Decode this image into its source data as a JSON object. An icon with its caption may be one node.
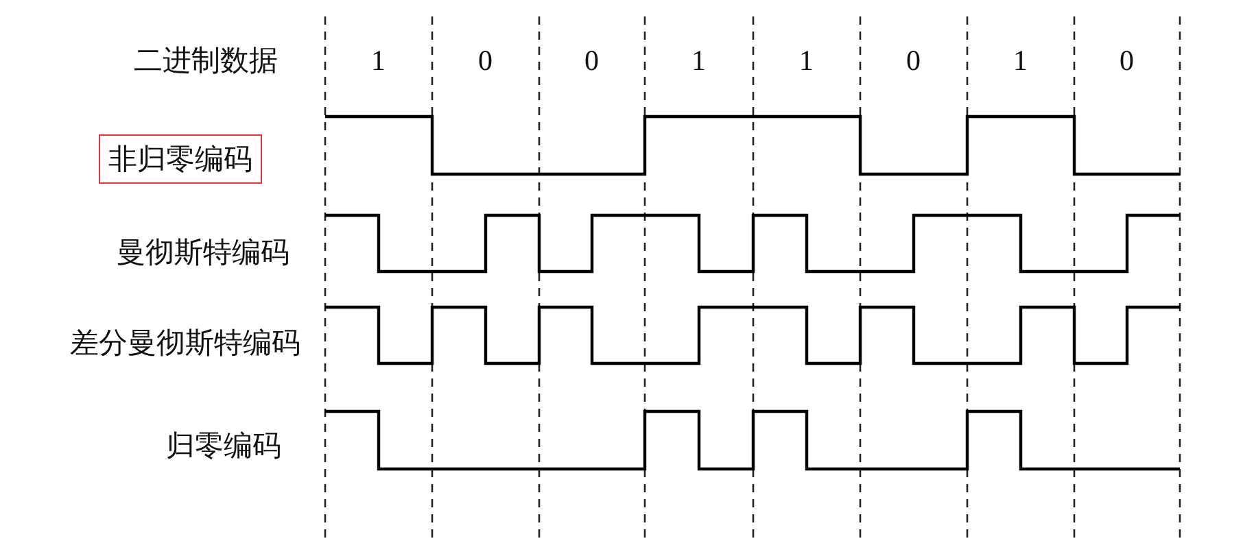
{
  "diagram": {
    "nodes": [
      {
        "text": [
          "非归零编码"
        ]
      }
    ],
    "labels": [
      "二进制数据",
      "1",
      "0",
      "0",
      "1",
      "1",
      "0",
      "1",
      "0",
      "曼彻斯特编码",
      "差分曼彻斯特编码",
      "归零编码"
    ]
  }
}
